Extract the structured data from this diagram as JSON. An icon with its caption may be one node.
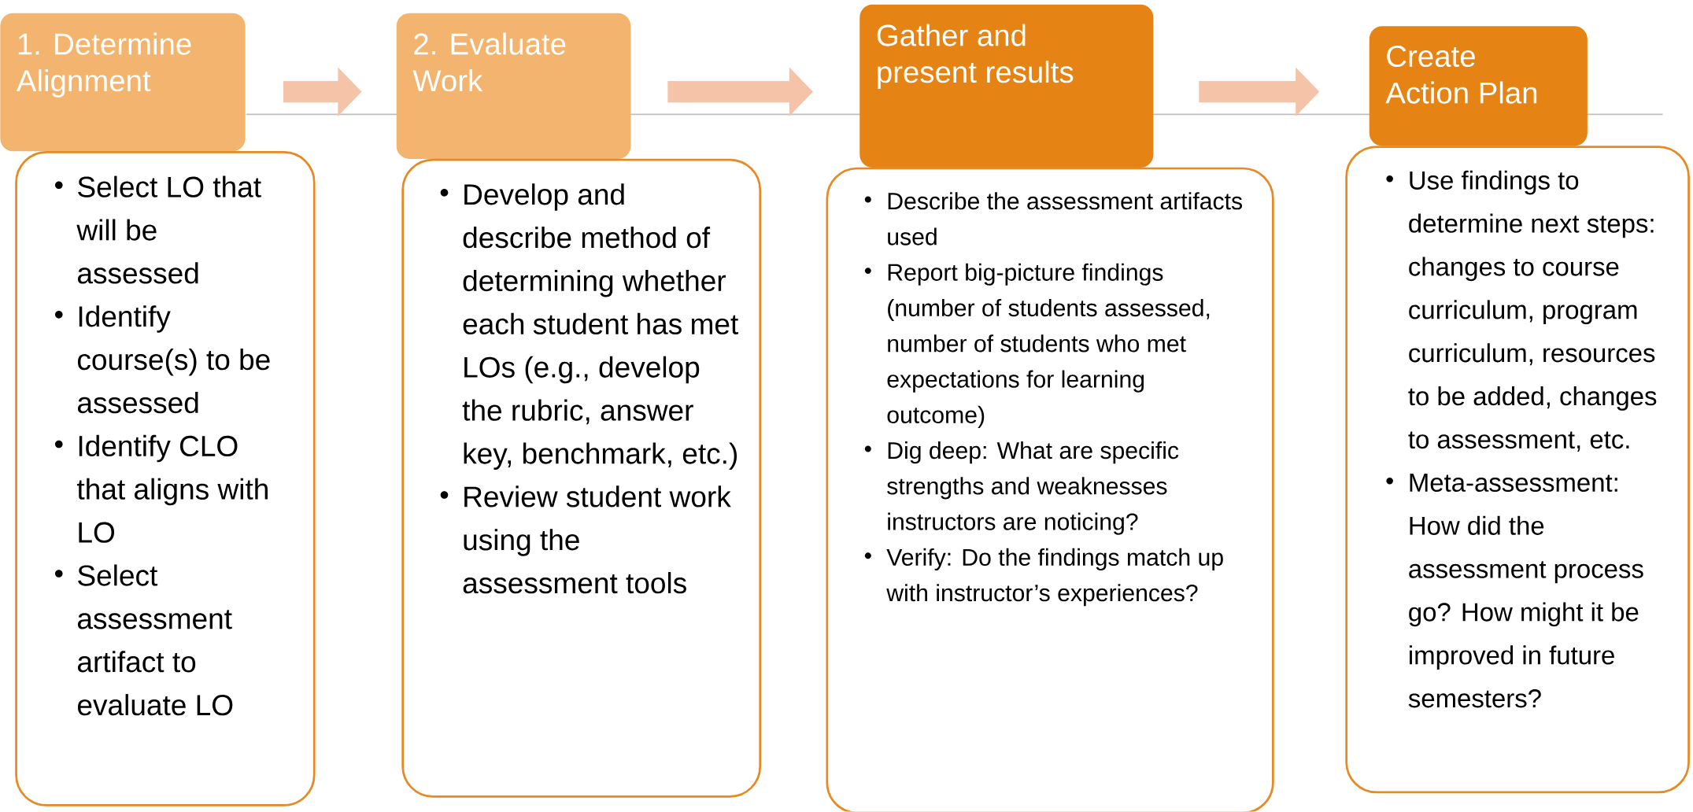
{
  "diagram": {
    "nodes": [
      {
        "text": [
          "1. Determine Alignment"
        ]
      },
      {
        "text": [
          "Select LO that will be assessed",
          "Identify course(s) to be assessed",
          "Identify CLO that aligns with LO",
          "Select assessment artifact to evaluate LO"
        ]
      },
      {
        "text": [
          "2. Evaluate Work"
        ]
      },
      {
        "text": [
          "Develop and describe method of determining whether each student has met LOs (e.g., develop the rubric, answer key, benchmark, etc.)",
          "Review student work using the assessment tools"
        ]
      },
      {
        "text": [
          "Gather and present results"
        ]
      },
      {
        "text": [
          "Describe the assessment artifacts used",
          "Report big-picture findings (number of students assessed, number of students who met expectations for learning outcome)",
          "Dig deep: What are specific strengths and weaknesses instructors are noticing?",
          "Verify: Do the findings match up with instructor’s experiences?"
        ]
      },
      {
        "text": [
          "Create Action Plan"
        ]
      },
      {
        "text": [
          "Use findings to determine next steps: changes to course curriculum, program curriculum, resources to be added, changes to assessment, etc.",
          "Meta-assessment: How did the assessment process go? How might it be improved in future semesters?"
        ]
      }
    ],
    "edges": [
      {
        "from": 0,
        "to": 2,
        "arrow": "to"
      },
      {
        "from": 2,
        "to": 4,
        "arrow": "to"
      },
      {
        "from": 4,
        "to": 6,
        "arrow": "to"
      }
    ]
  }
}
